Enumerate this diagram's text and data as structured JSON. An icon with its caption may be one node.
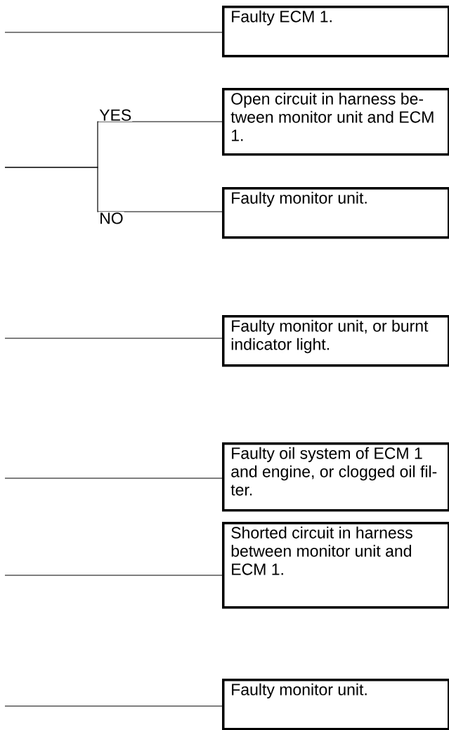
{
  "diagram": {
    "nodes": [
      {
        "text": [
          "Faulty ECM 1."
        ]
      },
      {
        "text": [
          "Open circuit in harness be- tween monitor unit and ECM 1."
        ]
      },
      {
        "text": [
          "Faulty monitor unit."
        ]
      },
      {
        "text": [
          "Faulty monitor unit, or burnt indicator light."
        ]
      },
      {
        "text": [
          "Faulty oil system of ECM 1 and engine, or clogged oil fil- ter."
        ]
      },
      {
        "text": [
          "Shorted circuit in harness between monitor unit and ECM 1."
        ]
      },
      {
        "text": [
          "Faulty monitor unit."
        ]
      }
    ],
    "edges": [
      {
        "from": null,
        "to": 0,
        "arrow": "none"
      },
      {
        "from": null,
        "to": 1,
        "arrow": "none",
        "label": "YES"
      },
      {
        "from": null,
        "to": 2,
        "arrow": "none",
        "label": "NO"
      },
      {
        "from": null,
        "to": 3,
        "arrow": "none"
      },
      {
        "from": null,
        "to": 4,
        "arrow": "none"
      },
      {
        "from": null,
        "to": 5,
        "arrow": "none"
      },
      {
        "from": null,
        "to": 6,
        "arrow": "none"
      }
    ]
  }
}
